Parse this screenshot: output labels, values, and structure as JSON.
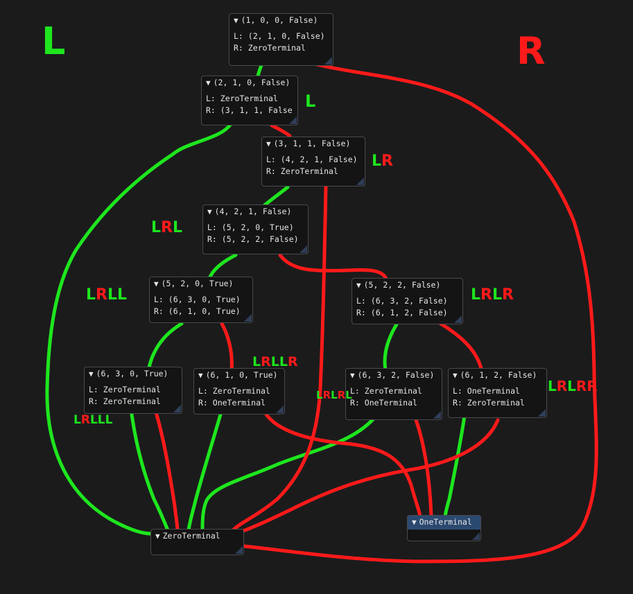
{
  "nodes": {
    "n1": {
      "header": "(1, 0, 0, False)",
      "left": "L: (2, 1, 0, False)",
      "right": "R: ZeroTerminal"
    },
    "n2": {
      "header": "(2, 1, 0, False)",
      "left": "L: ZeroTerminal",
      "right": "R: (3, 1, 1, False"
    },
    "n3": {
      "header": "(3, 1, 1, False)",
      "left": "L: (4, 2, 1, False)",
      "right": "R: ZeroTerminal"
    },
    "n4": {
      "header": "(4, 2, 1, False)",
      "left": "L: (5, 2, 0, True)",
      "right": "R: (5, 2, 2, False)"
    },
    "n5a": {
      "header": "(5, 2, 0, True)",
      "left": "L: (6, 3, 0, True)",
      "right": "R: (6, 1, 0, True)"
    },
    "n5b": {
      "header": "(5, 2, 2, False)",
      "left": "L: (6, 3, 2, False)",
      "right": "R: (6, 1, 2, False)"
    },
    "n6a": {
      "header": "(6, 3, 0, True)",
      "left": "L: ZeroTerminal",
      "right": "R: ZeroTerminal"
    },
    "n6b": {
      "header": "(6, 1, 0, True)",
      "left": "L: ZeroTerminal",
      "right": "R: OneTerminal"
    },
    "n6c": {
      "header": "(6, 3, 2, False)",
      "left": "L: ZeroTerminal",
      "right": "R: OneTerminal"
    },
    "n6d": {
      "header": "(6, 1, 2, False)",
      "left": "L: OneTerminal",
      "right": "R: ZeroTerminal"
    },
    "zero": {
      "header": "ZeroTerminal"
    },
    "one": {
      "header": "OneTerminal"
    }
  },
  "annotations": {
    "big_l": "L",
    "big_r": "R",
    "path_l": [
      {
        "t": "L",
        "c": "g"
      }
    ],
    "path_lr": [
      {
        "t": "L",
        "c": "g"
      },
      {
        "t": "R",
        "c": "r"
      }
    ],
    "path_lrl": [
      {
        "t": "L",
        "c": "g"
      },
      {
        "t": "R",
        "c": "r"
      },
      {
        "t": "L",
        "c": "g"
      }
    ],
    "path_lrll": [
      {
        "t": "L",
        "c": "g"
      },
      {
        "t": "R",
        "c": "r"
      },
      {
        "t": "L",
        "c": "g"
      },
      {
        "t": "L",
        "c": "g"
      }
    ],
    "path_lrlr": [
      {
        "t": "L",
        "c": "g"
      },
      {
        "t": "R",
        "c": "r"
      },
      {
        "t": "L",
        "c": "g"
      },
      {
        "t": "R",
        "c": "r"
      }
    ],
    "path_lrlll": [
      {
        "t": "L",
        "c": "g"
      },
      {
        "t": "R",
        "c": "r"
      },
      {
        "t": "L",
        "c": "g"
      },
      {
        "t": "L",
        "c": "g"
      },
      {
        "t": "L",
        "c": "g"
      }
    ],
    "path_lrllr": [
      {
        "t": "L",
        "c": "g"
      },
      {
        "t": "R",
        "c": "r"
      },
      {
        "t": "L",
        "c": "g"
      },
      {
        "t": "L",
        "c": "g"
      },
      {
        "t": "R",
        "c": "r"
      }
    ],
    "path_lrlrl": [
      {
        "t": "L",
        "c": "g"
      },
      {
        "t": "R",
        "c": "r"
      },
      {
        "t": "L",
        "c": "g"
      },
      {
        "t": "R",
        "c": "r"
      },
      {
        "t": "L",
        "c": "g"
      }
    ],
    "path_lrlrr": [
      {
        "t": "L",
        "c": "g"
      },
      {
        "t": "R",
        "c": "r"
      },
      {
        "t": "L",
        "c": "g"
      },
      {
        "t": "R",
        "c": "r"
      },
      {
        "t": "R",
        "c": "r"
      }
    ]
  },
  "colors": {
    "low_edge": "#1ee61e",
    "high_edge": "#ff1a1a",
    "arrow": "▼"
  }
}
